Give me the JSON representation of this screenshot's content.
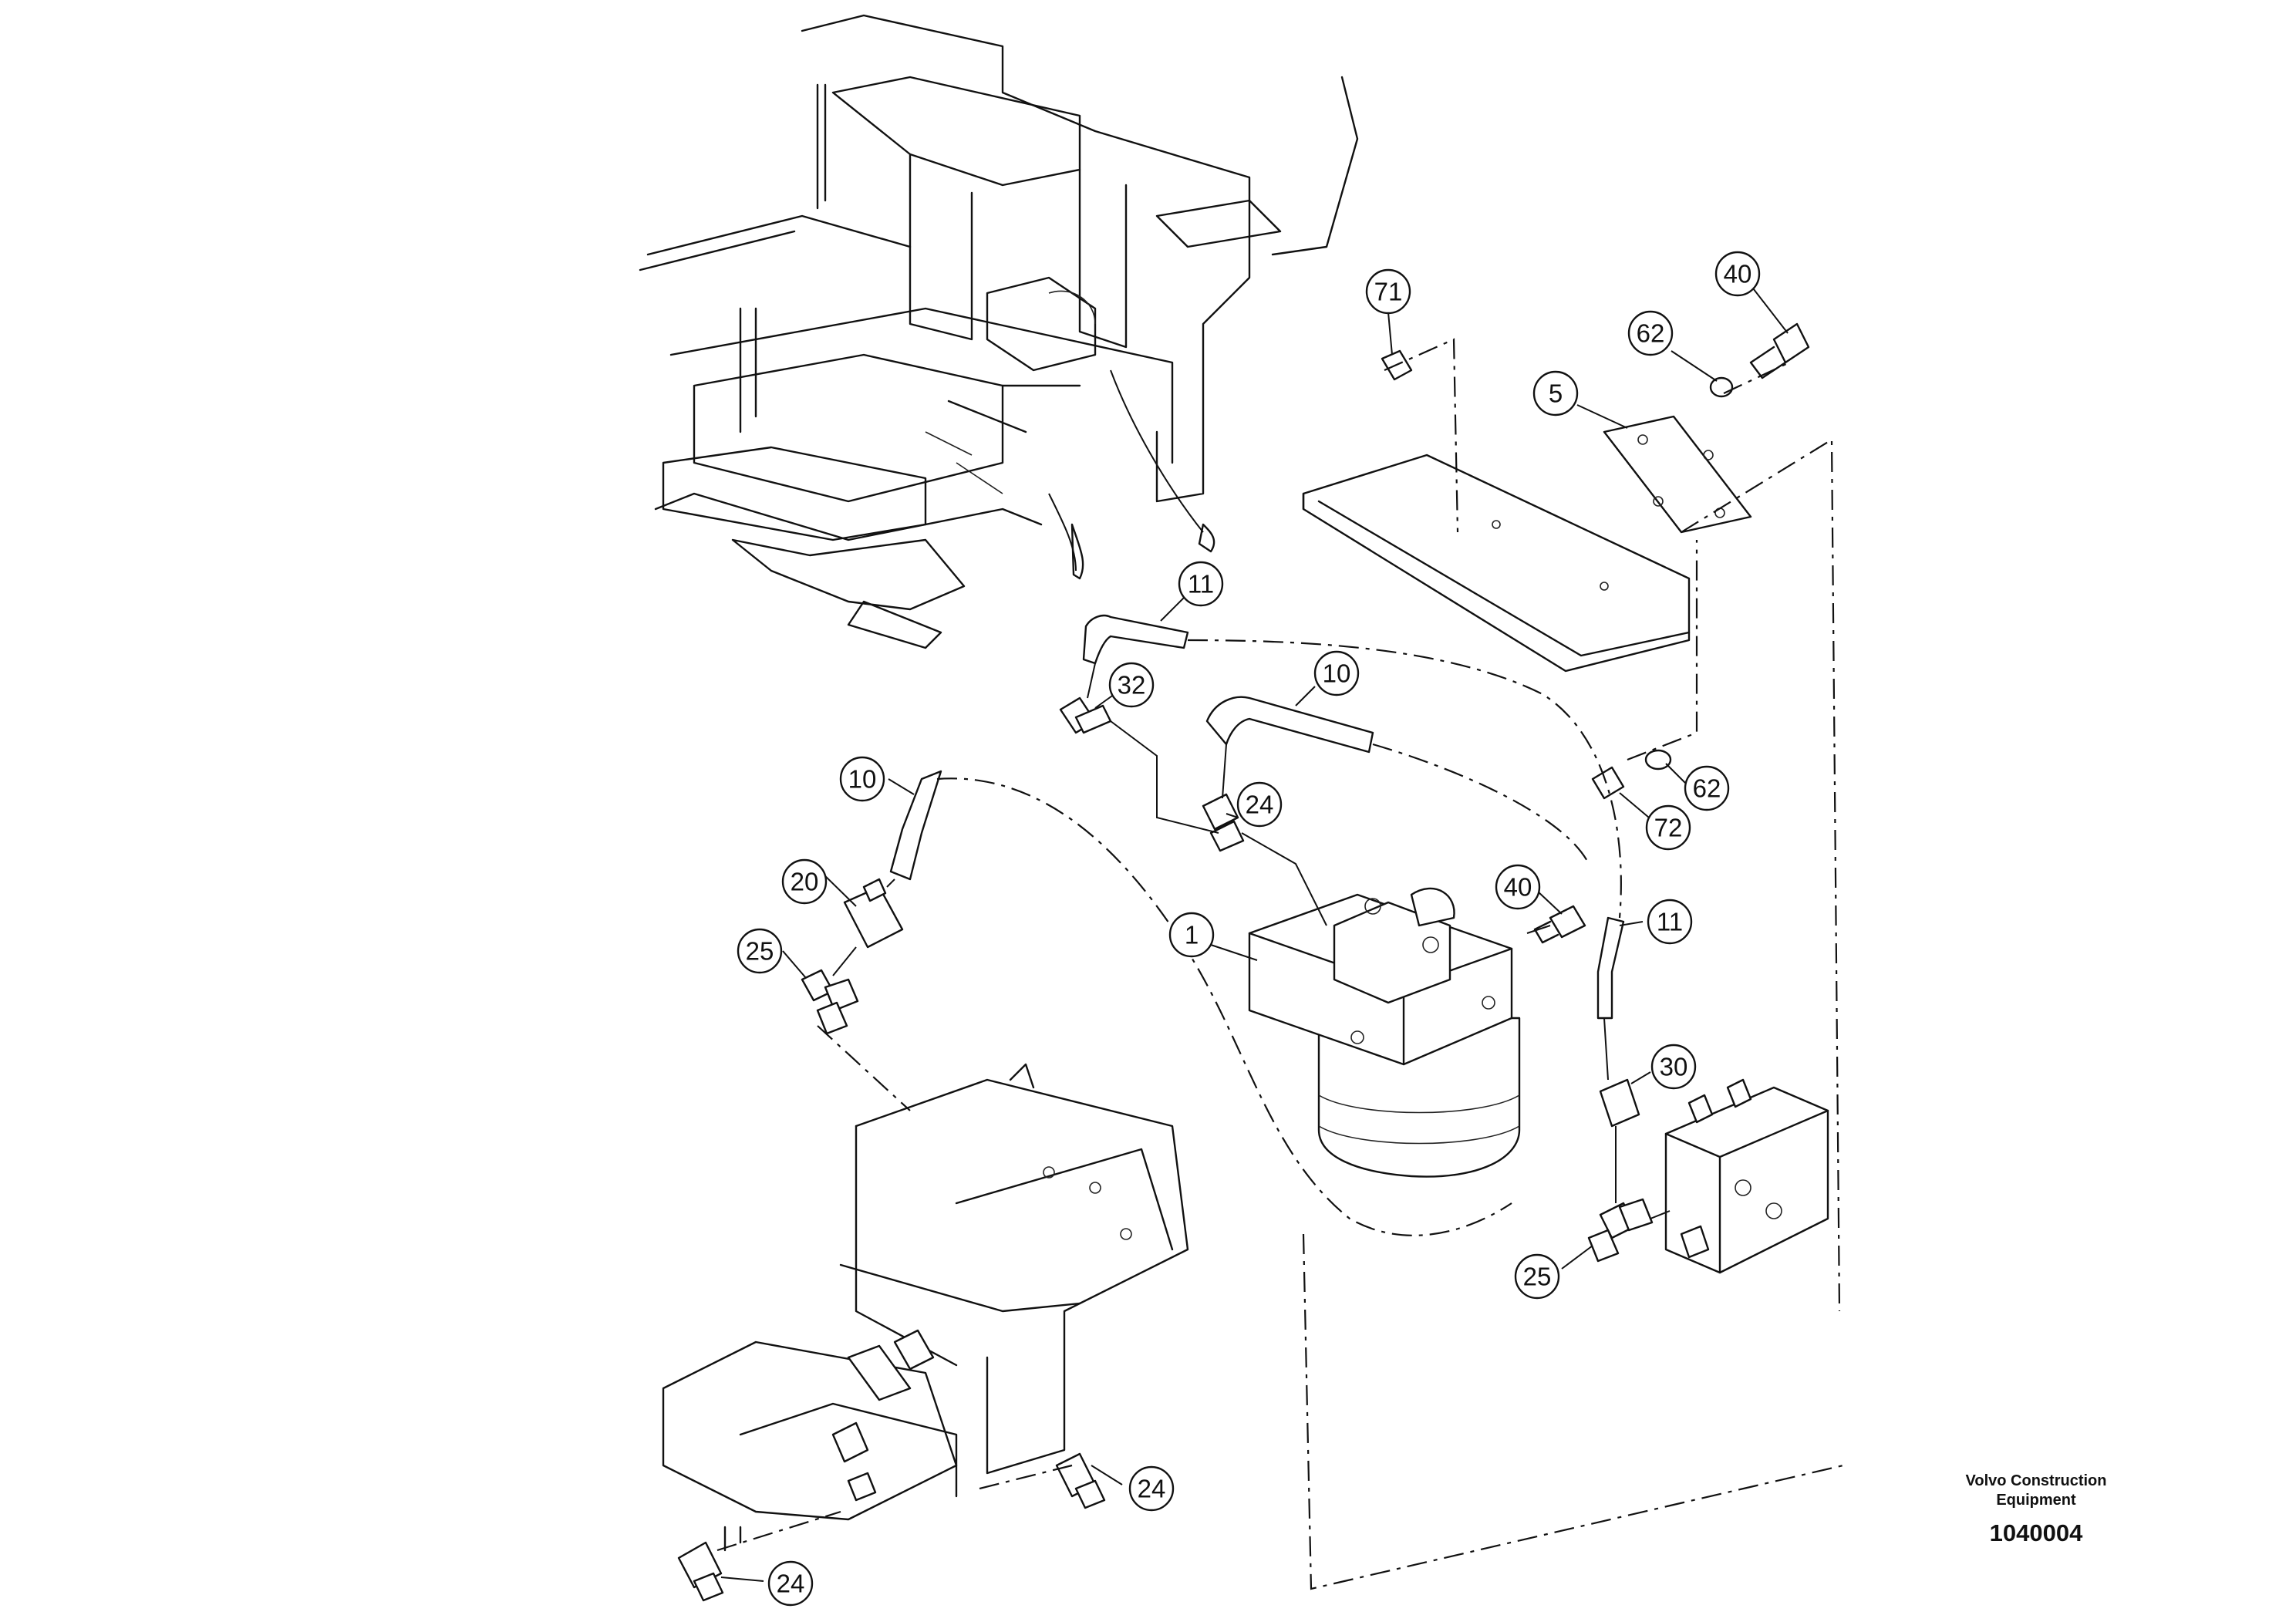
{
  "callouts": {
    "c71": "71",
    "c40_top": "40",
    "c62_top": "62",
    "c5": "5",
    "c11_top": "11",
    "c32": "32",
    "c10_mid": "10",
    "c10_left": "10",
    "c24_mid": "24",
    "c62_right": "62",
    "c72": "72",
    "c20": "20",
    "c40_mid": "40",
    "c1": "1",
    "c11_right": "11",
    "c25_left": "25",
    "c30": "30",
    "c25_right": "25",
    "c24_lower": "24",
    "c24_bottom": "24"
  },
  "footer": {
    "brand_line1": "Volvo Construction",
    "brand_line2": "Equipment",
    "drawing_number": "1040004"
  }
}
